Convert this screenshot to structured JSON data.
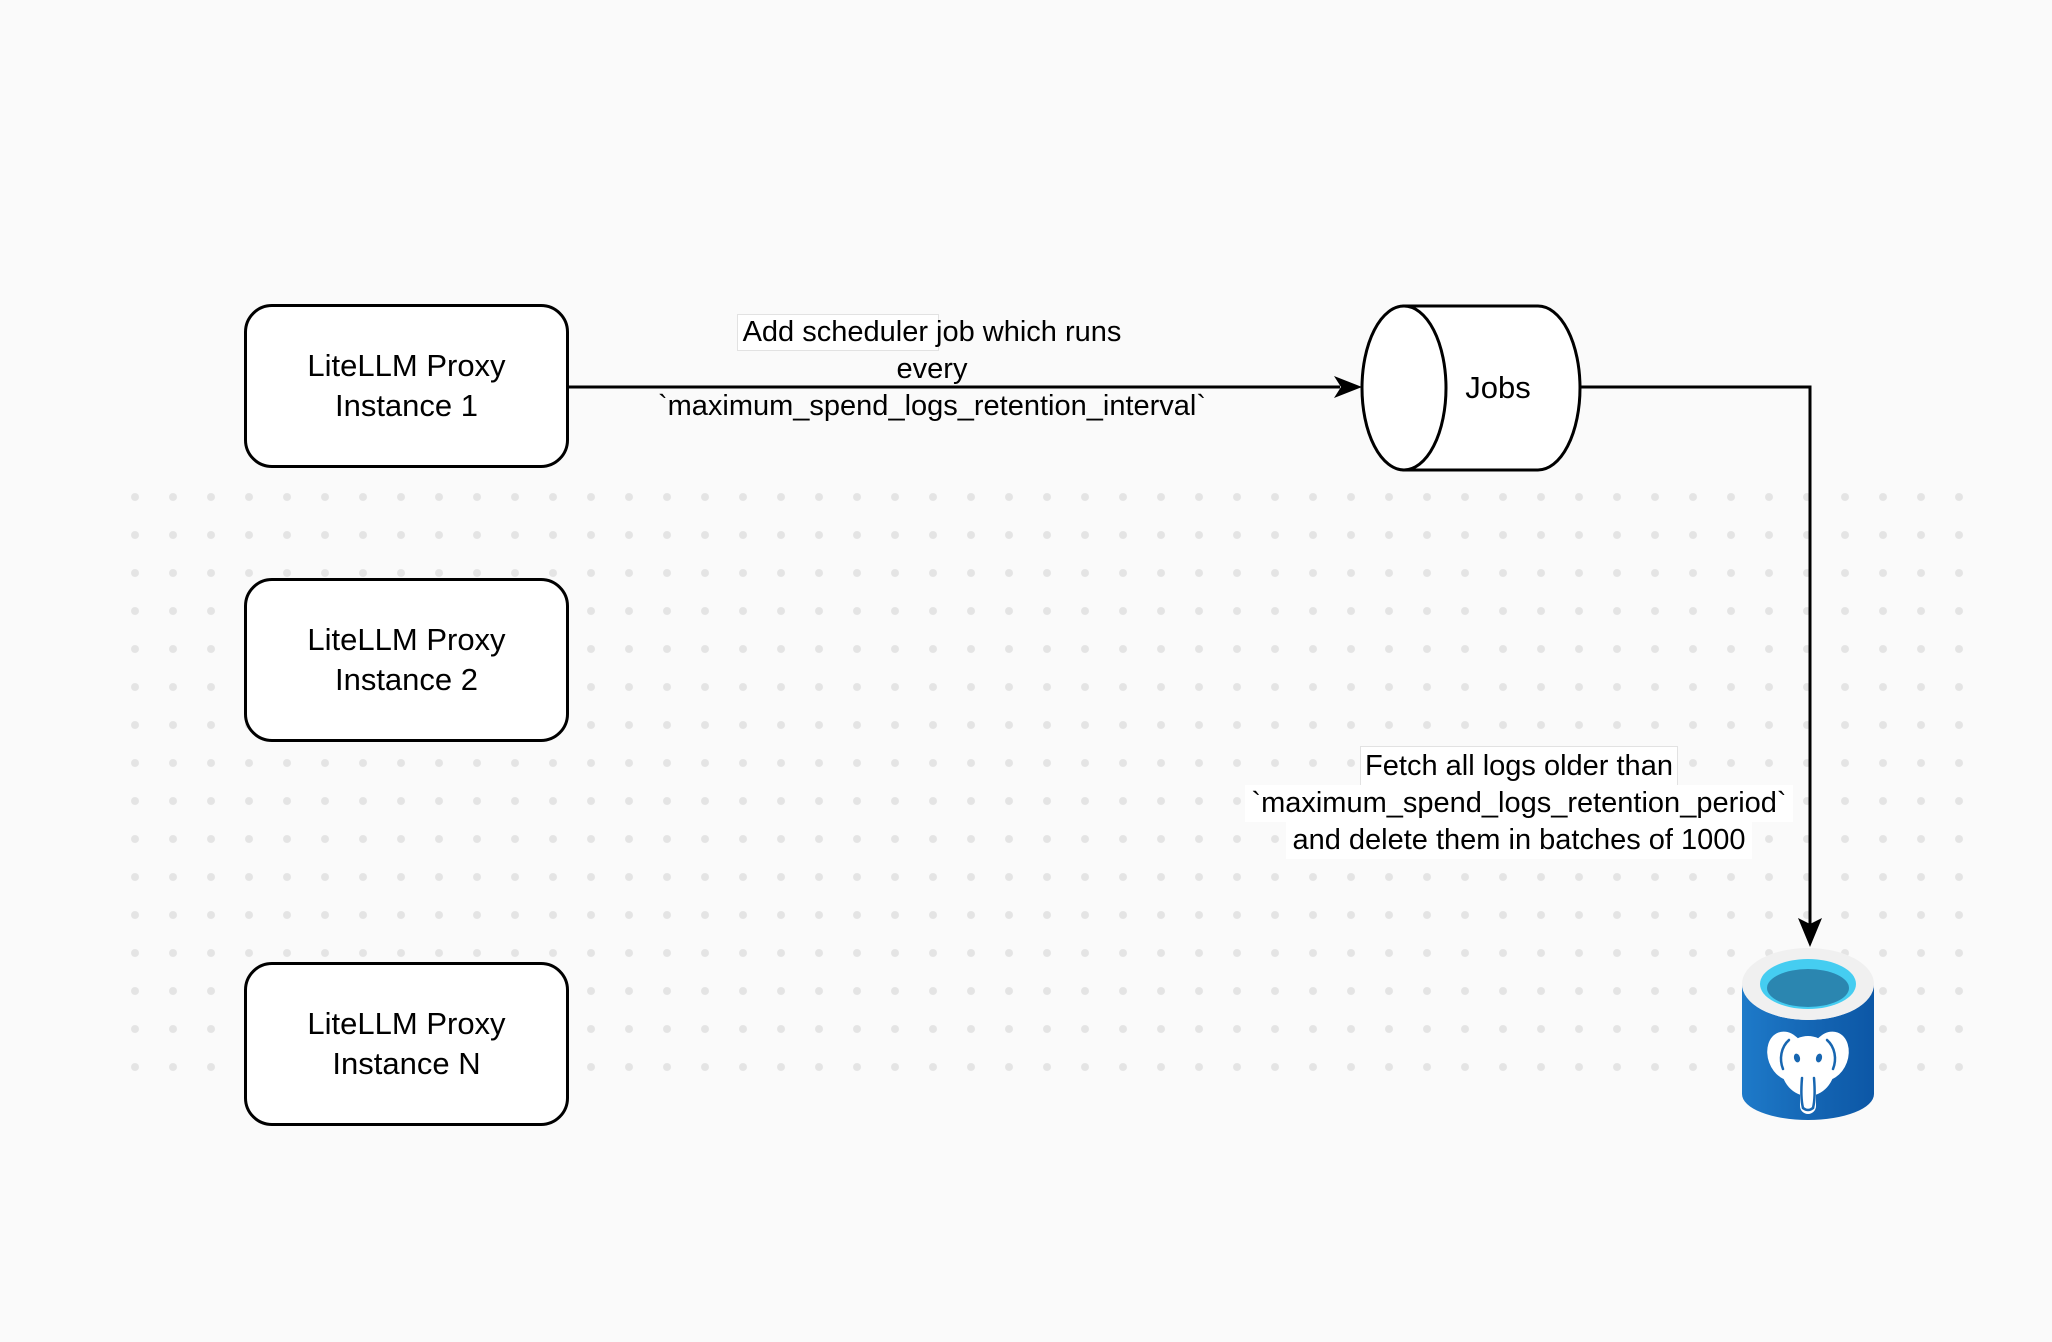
{
  "diagram": {
    "background_color": "#fafafa",
    "grid_dot_color": "#e4e4e4",
    "stroke_color": "#000000",
    "nodes": {
      "proxy_instances": [
        {
          "line1": "LiteLLM Proxy",
          "line2": "Instance 1"
        },
        {
          "line1": "LiteLLM Proxy",
          "line2": "Instance 2"
        },
        {
          "line1": "LiteLLM Proxy",
          "line2": "Instance N"
        }
      ],
      "jobs_queue": {
        "label": "Jobs",
        "shape": "horizontal-cylinder"
      },
      "postgres_database": {
        "icon": "postgresql-database-icon",
        "colors": {
          "body_light": "#1e7ac9",
          "body_mid": "#1465b3",
          "body_dark": "#0c57a6",
          "rim": "#f0f0f0",
          "water_light": "#45cdf1",
          "water_dark": "#2b86b0",
          "elephant": "#ffffff",
          "detail_blue": "#1766b1"
        }
      }
    },
    "edges": [
      {
        "from": "proxy-instance-1",
        "to": "jobs-queue",
        "label_line1": "Add scheduler job which runs",
        "label_line2": "every `maximum_spend_logs_retention_interval`"
      },
      {
        "from": "jobs-queue",
        "to": "postgres-database",
        "label_line1": "Fetch all logs older than",
        "label_line2": "`maximum_spend_logs_retention_period`",
        "label_line3": "and delete them in batches of 1000"
      }
    ]
  }
}
